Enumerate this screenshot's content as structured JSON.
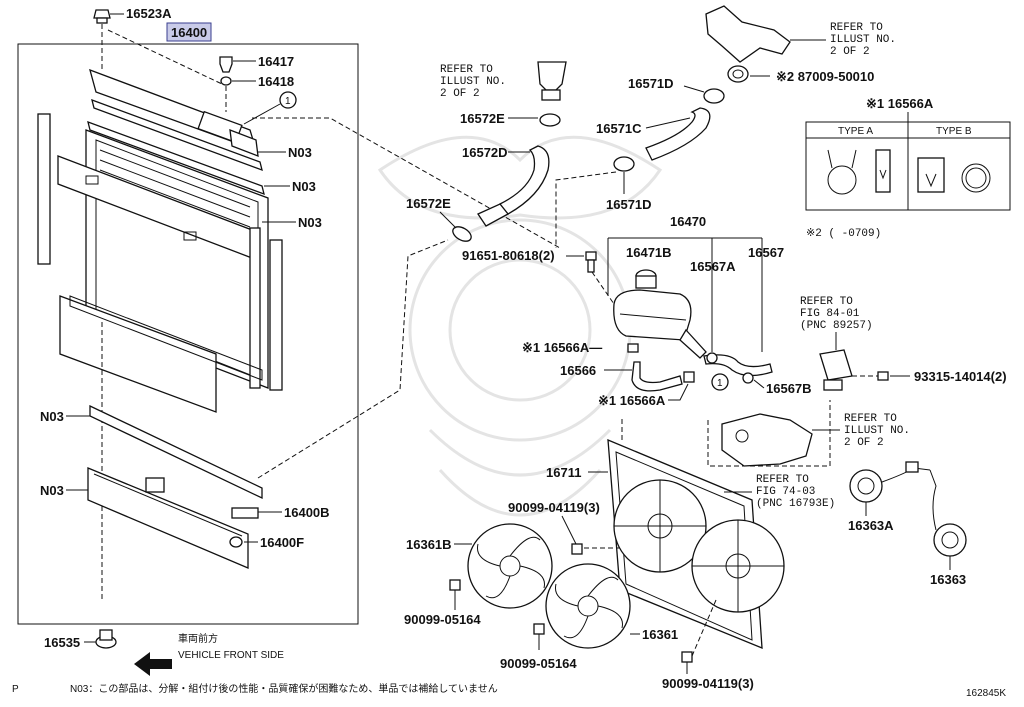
{
  "title_part": "16400",
  "labels": {
    "p16523A": "16523A",
    "p16417": "16417",
    "p16418": "16418",
    "n03a": "N03",
    "n03b": "N03",
    "n03c": "N03",
    "n03d": "N03",
    "n03e": "N03",
    "p16400B": "16400B",
    "p16400F": "16400F",
    "p16535": "16535",
    "p16572E1": "16572E",
    "p16572D": "16572D",
    "p16572E2": "16572E",
    "p16571D1": "16571D",
    "p16571C": "16571C",
    "p16571D2": "16571D",
    "p87009": "※2 87009-50010",
    "p16470": "16470",
    "p16471B": "16471B",
    "p16567A": "16567A",
    "p16567": "16567",
    "p91651": "91651-80618(2)",
    "p16566A1": "※1 16566A—",
    "p16566": "16566",
    "p16566A2": "※1 16566A",
    "p16567B": "16567B",
    "p16711": "16711",
    "p90099a": "90099-04119(3)",
    "p16361B": "16361B",
    "p90099b": "90099-05164",
    "p16361": "16361",
    "p90099c": "90099-05164",
    "p90099d": "90099-04119(3)",
    "p93315": "93315-14014(2)",
    "p16363A": "16363A",
    "p16363": "16363",
    "circle1": "1"
  },
  "refs": {
    "ref_top_right": [
      "REFER TO",
      "ILLUST NO.",
      "2 OF 2"
    ],
    "ref_thermo": [
      "REFER TO",
      "ILLUST NO.",
      "2 OF 2"
    ],
    "ref_fig84": [
      "REFER TO",
      "FIG 84-01",
      "(PNC 89257)"
    ],
    "ref_illust_mid": [
      "REFER TO",
      "ILLUST NO.",
      "2 OF 2"
    ],
    "ref_fig74": [
      "REFER TO",
      "FIG 74-03",
      "(PNC 16793E)"
    ]
  },
  "type_table": {
    "header": "※1 16566A",
    "col_a": "TYPE A",
    "col_b": "TYPE B"
  },
  "note2": "※2 (      -0709)",
  "front": {
    "jp": "車両前方",
    "en": "VEHICLE FRONT SIDE"
  },
  "footer": {
    "p": "P",
    "note": "N03：この部品は、分解・組付け後の性能・品質確保が困難なため、単品では補給していません",
    "code": "162845K"
  }
}
